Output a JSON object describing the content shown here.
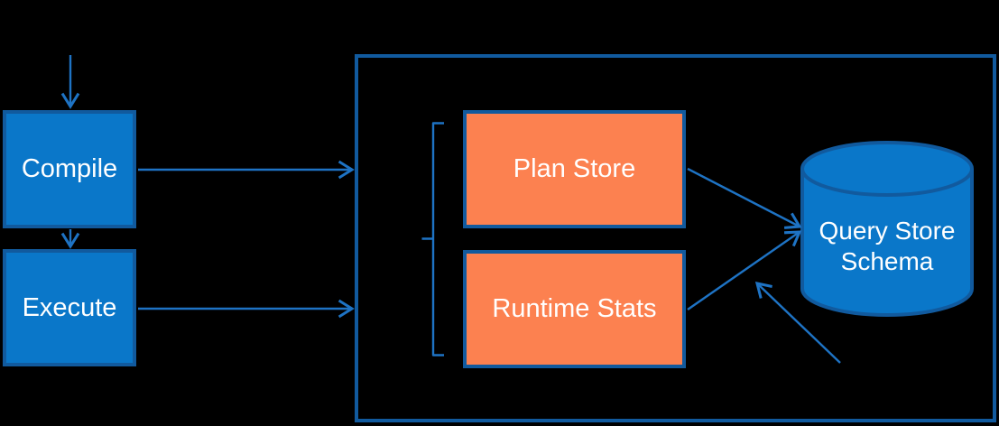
{
  "diagram": {
    "type": "architecture-flow",
    "background": "#000000",
    "nodes": {
      "compile": {
        "label": "Compile"
      },
      "execute": {
        "label": "Execute"
      },
      "plan_store": {
        "label": "Plan Store"
      },
      "runtime_stats": {
        "label": "Runtime Stats"
      },
      "query_store_schema": {
        "line1": "Query Store",
        "line2": "Schema"
      }
    },
    "colors": {
      "node_blue_fill": "#0A77C9",
      "node_border_blue": "#115A9E",
      "node_orange_fill": "#FC8150",
      "connector_blue": "#1E73C4",
      "label_text": "#FFFFFF"
    },
    "edges": [
      {
        "from": "query-input-offscreen-top",
        "to": "compile"
      },
      {
        "from": "compile",
        "to": "execute"
      },
      {
        "from": "compile",
        "to": "query-store-container"
      },
      {
        "from": "execute",
        "to": "query-store-container"
      },
      {
        "from": "plan-store",
        "to": "query-store-schema"
      },
      {
        "from": "runtime-stats",
        "to": "query-store-schema"
      },
      {
        "from": "offscreen-bottom-right",
        "to": "query-store-schema"
      }
    ],
    "annotations": {
      "left_brace_groups": [
        "plan-store",
        "runtime-stats"
      ]
    }
  }
}
